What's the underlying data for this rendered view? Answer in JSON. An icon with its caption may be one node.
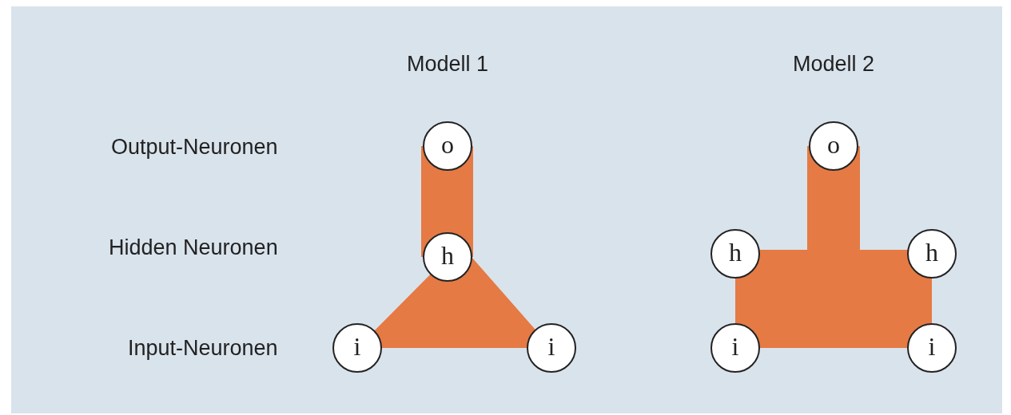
{
  "diagram": {
    "nodes": [
      {
        "text": [
          "o"
        ]
      },
      {
        "text": [
          "h"
        ]
      },
      {
        "text": [
          "i"
        ]
      },
      {
        "text": [
          "i"
        ]
      },
      {
        "text": [
          "o"
        ]
      },
      {
        "text": [
          "h"
        ]
      },
      {
        "text": [
          "h"
        ]
      },
      {
        "text": [
          "i"
        ]
      },
      {
        "text": [
          "i"
        ]
      }
    ],
    "labels": [
      "Modell 1",
      "Modell 2",
      "Output-Neuronen",
      "Hidden Neuronen",
      "Input-Neuronen"
    ]
  }
}
